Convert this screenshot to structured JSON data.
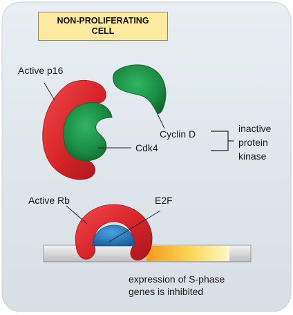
{
  "title": "NON-PROLIFERATING CELL",
  "labels": {
    "p16": "Active p16",
    "cyclin_d": "Cyclin D",
    "cdk4": "Cdk4",
    "inactive_kinase": [
      "inactive",
      "protein",
      "kinase"
    ],
    "rb": "Active Rb",
    "e2f": "E2F",
    "expression": [
      "expression of S-phase",
      "genes is inhibited"
    ]
  },
  "colors": {
    "cell_background": "#dfe6eb",
    "title_box": "#fbeaa0",
    "p16_red": "#d8262c",
    "rb_red": "#d8262c",
    "cyclin_green": "#1f9a4a",
    "cdk4_green": "#1f9a4a",
    "e2f_blue": "#1f74b8",
    "dna_grey": "#d6d6d6",
    "gene_gradient": [
      "#f7a21b",
      "#fff3a0"
    ]
  }
}
